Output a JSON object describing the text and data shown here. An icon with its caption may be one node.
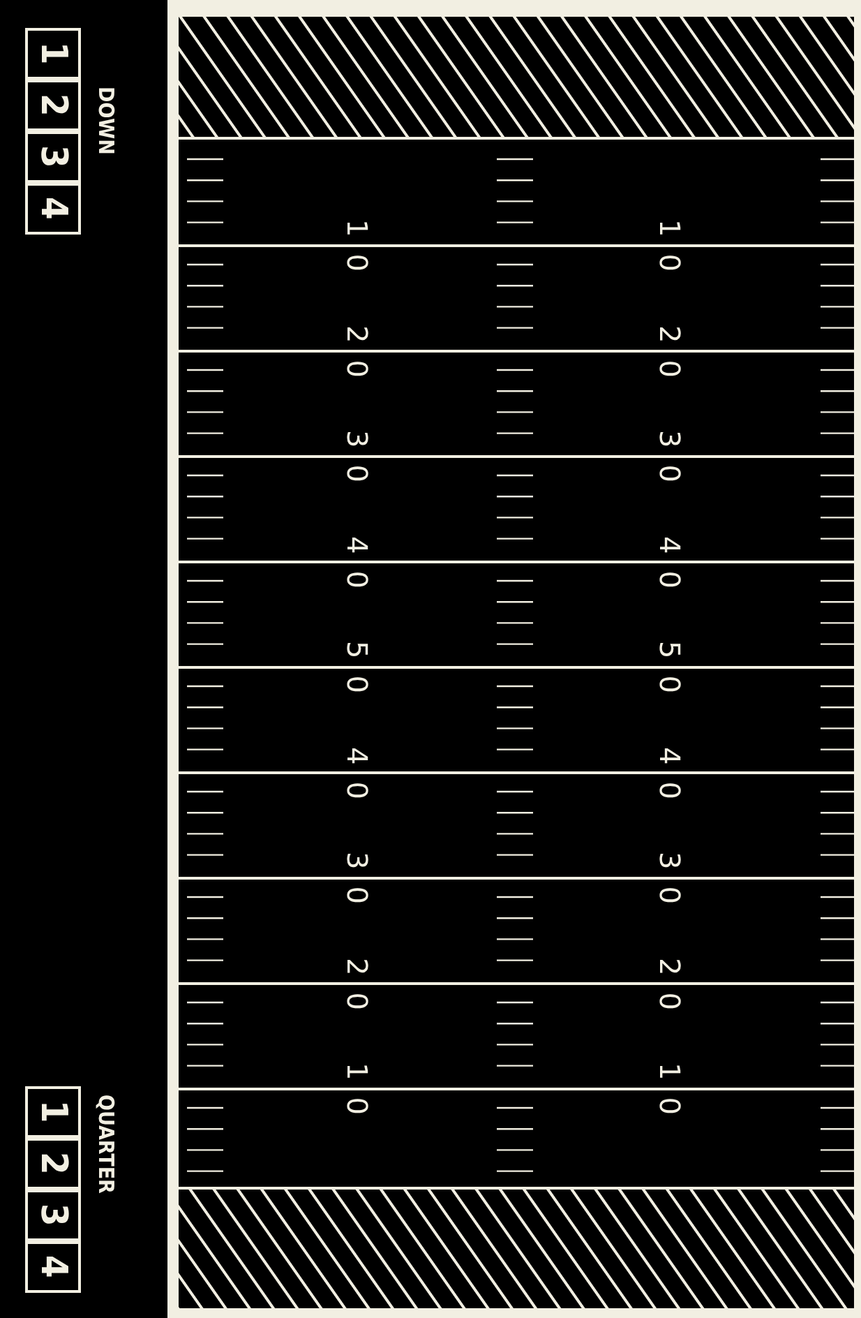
{
  "diagram": {
    "nodes": [
      {
        "text": [
          "1"
        ]
      },
      {
        "text": [
          "2"
        ]
      },
      {
        "text": [
          "3"
        ]
      },
      {
        "text": [
          "4"
        ]
      },
      {
        "text": [
          "1"
        ]
      },
      {
        "text": [
          "2"
        ]
      },
      {
        "text": [
          "3"
        ]
      },
      {
        "text": [
          "4"
        ]
      }
    ],
    "labels": [
      "DOWN",
      "QUARTER",
      "10",
      "10",
      "20",
      "20",
      "30",
      "30",
      "40",
      "40",
      "50",
      "50",
      "40",
      "40",
      "30",
      "30",
      "20",
      "20",
      "10",
      "10"
    ]
  }
}
